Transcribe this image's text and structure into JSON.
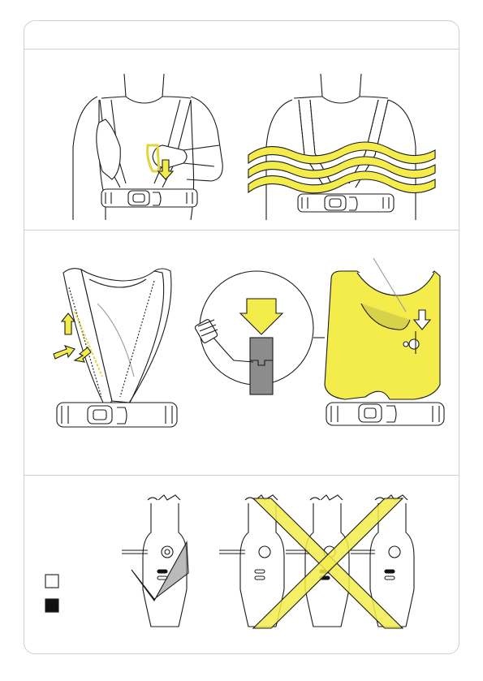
{
  "manual_page": {
    "header_title": "",
    "colors": {
      "accent_yellow": "#f3ec4b",
      "ink": "#1a1a1a",
      "divider": "#cfcfcf",
      "gray_fill": "#8c8c8c"
    },
    "steps": [
      {
        "panel": "fit-and-fasten",
        "icons": [
          "person-wearing-harness-icon",
          "pull-tab-arrow-icon",
          "harness-buckle-icon"
        ]
      },
      {
        "panel": "automatic-inflation-on-water",
        "icons": [
          "person-wearing-harness-icon",
          "water-waves-icon"
        ]
      },
      {
        "panel": "manual-inflation",
        "icons": [
          "harness-open-arrows-icon",
          "pull-cord-detail-icon",
          "inflated-vest-icon"
        ]
      },
      {
        "panel": "cylinder-indicator-check",
        "icons": [
          "cylinder-correct-icon",
          "cylinder-incorrect-icon"
        ]
      }
    ],
    "legend": [
      {
        "name": "legend-empty-square",
        "fill": "#ffffff"
      },
      {
        "name": "legend-filled-square",
        "fill": "#111111"
      }
    ]
  }
}
